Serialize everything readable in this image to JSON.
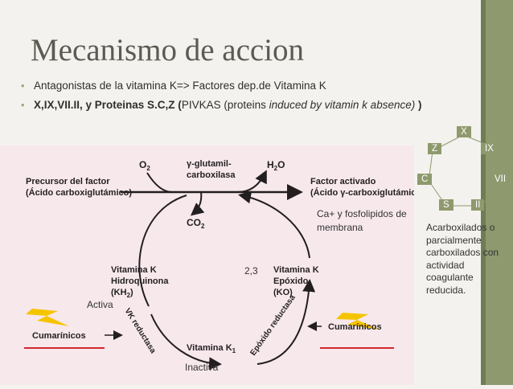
{
  "title": "Mecanismo de accion",
  "bullets": {
    "b1": "Antagonistas de la vitamina K=> Factores dep.de Vitamina K",
    "b2_bold": "X,IX,VII.II, y Proteinas S.C,Z (",
    "b2_plain": "PIVKAS (proteins ",
    "b2_italic": "induced by vitamin k absence)",
    "b2_end": " )"
  },
  "ring": {
    "x": "X",
    "ix": "IX",
    "vii": "VII",
    "ii": "II",
    "s": "S",
    "c": "C",
    "z": "Z"
  },
  "diagram": {
    "o2": "O",
    "o2_sub": "2",
    "enzyme1": "γ-glutamil-",
    "enzyme2": "carboxilasa",
    "h2o": "H",
    "h2o_sub": "2",
    "h2o_o": "O",
    "precursor1": "Precursor del factor",
    "precursor2": "(Ácido carboxiglutámico)",
    "activated1": "Factor activado",
    "activated2": "(Ácido γ-carboxiglutámico)",
    "co2": "CO",
    "co2_sub": "2",
    "vk_hq1": "Vitamina K",
    "vk_hq2": "Hidroquinona",
    "vk_hq3": "(KH",
    "vk_hq3_sub": "2",
    "vk_hq3_end": ")",
    "vk_ep1": "Vitamina K",
    "vk_ep2": "Epóxido",
    "vk_ep3": "(KO)",
    "vk1": "Vitamina K",
    "vk1_sub": "1",
    "vkr": "VK reductasa",
    "epr": "Epóxido reductasa",
    "cum_left": "Cumarínicos",
    "cum_right": "Cumarínicos"
  },
  "annotations": {
    "ca": "Ca+ y fosfolipidos de membrana",
    "num": "2,3",
    "activa": "Activa",
    "inactiva": "Inactiva",
    "acarbox": "Acarboxilados o parcialmente carboxilados con actividad coagulante reducida."
  },
  "colors": {
    "accent": "#8e9a6e",
    "diagram_bg": "#f7e8ec",
    "bolt": "#f5c400",
    "inhibit_line": "#d22630"
  }
}
